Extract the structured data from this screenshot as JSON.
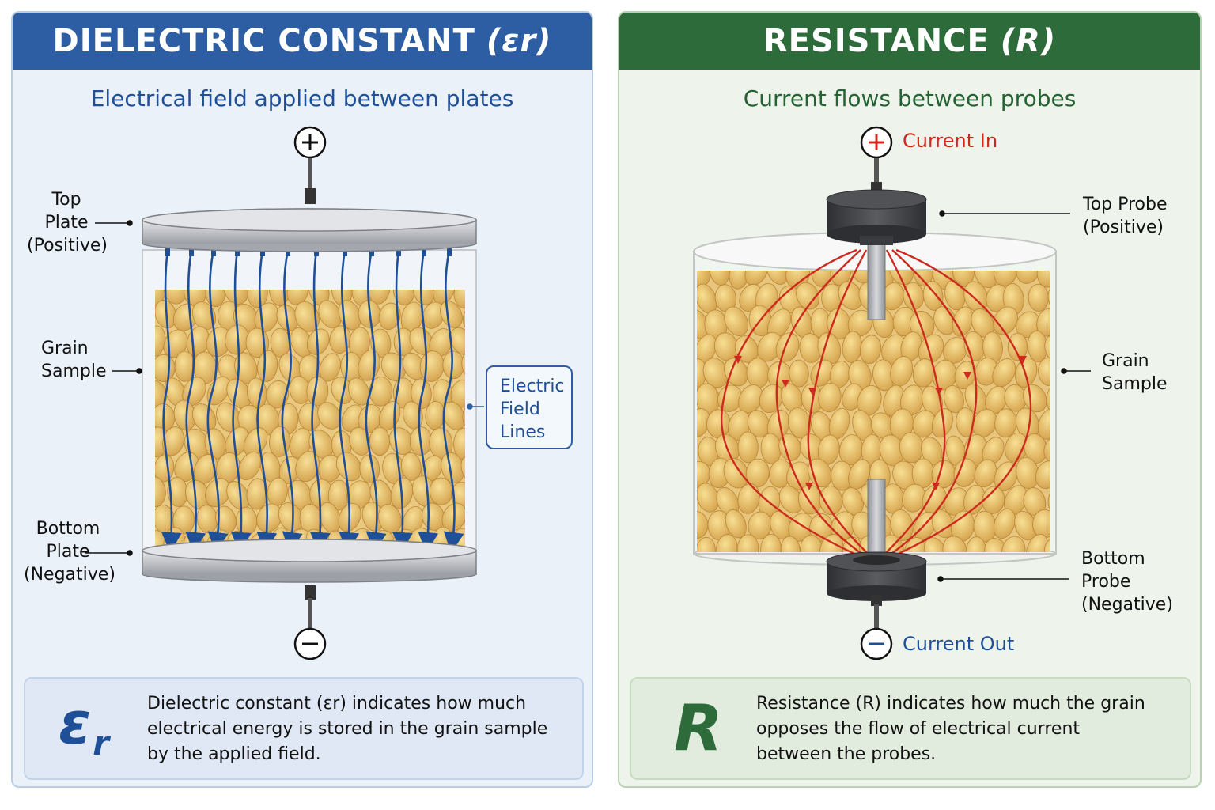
{
  "left_panel": {
    "title": "DIELECTRIC CONSTANT",
    "symbol": "(εr)",
    "subtitle": "Electrical field applied between plates",
    "labels": {
      "top_plate": [
        "Top",
        "Plate",
        "(Positive)"
      ],
      "grain_sample": [
        "Grain",
        "Sample"
      ],
      "bottom_plate": [
        "Bottom",
        "Plate",
        "(Negative)"
      ],
      "field_lines": [
        "Electric",
        "Field",
        "Lines"
      ]
    },
    "terminal_plus": "+",
    "terminal_minus": "−",
    "info_symbol": "ε",
    "info_symbol_sub": "r",
    "info_text": "Dielectric constant (εr) indicates how much electrical energy is stored in the grain sample by the applied field.",
    "colors": {
      "header": "#2d5ea3",
      "field_lines": "#1f4f97"
    }
  },
  "right_panel": {
    "title": "RESISTANCE",
    "symbol": "(R)",
    "subtitle": "Current flows between probes",
    "current_in": "Current In",
    "current_out": "Current Out",
    "labels": {
      "top_probe": [
        "Top Probe",
        "(Positive)"
      ],
      "grain_sample": [
        "Grain",
        "Sample"
      ],
      "bottom_probe": [
        "Bottom Probe",
        "(Negative)"
      ]
    },
    "terminal_plus": "+",
    "terminal_minus": "−",
    "info_symbol": "R",
    "info_text": "Resistance (R) indicates how much the grain opposes the flow of electrical current between the probes.",
    "colors": {
      "header": "#2d6b3a",
      "current_lines": "#cc2a1e"
    }
  }
}
